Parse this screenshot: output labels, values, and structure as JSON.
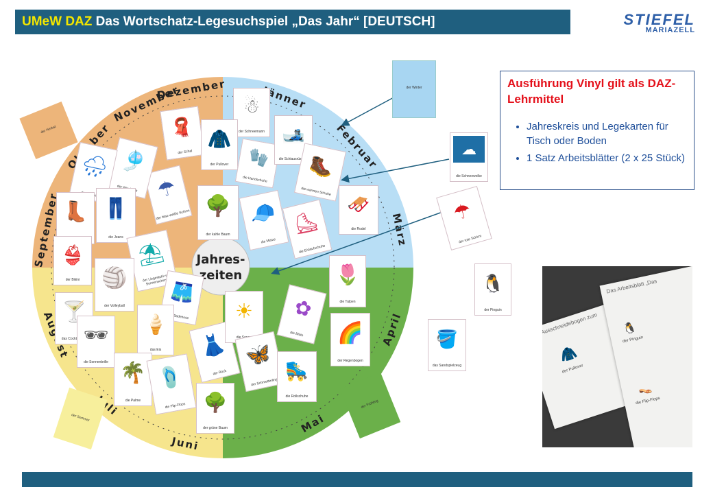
{
  "header": {
    "title_accent": "UMeW DAZ",
    "title_rest": " Das Wortschatz-Legesuchspiel „Das Jahr“ [DEUTSCH]"
  },
  "logo": {
    "brand": "STIEFEL",
    "location": "MARIAZELL"
  },
  "info_box": {
    "heading": "Ausführung Vinyl gilt als DAZ-Lehrmittel",
    "bullets": [
      "Jahreskreis und Legekarten für Tisch oder Boden",
      "1 Satz Arbeitsblätter (2 x 25 Stück)"
    ]
  },
  "circle": {
    "center_line1": "Jahres-",
    "center_line2": "zeiten",
    "months": [
      "Dezember",
      "Jänner",
      "Februar",
      "März",
      "April",
      "Mai",
      "Juni",
      "Juli",
      "August",
      "September",
      "Oktober",
      "November"
    ],
    "season_colors": {
      "winter": "#b8def5",
      "spring": "#6bb04a",
      "summer": "#f6e58d",
      "autumn": "#edb57a"
    }
  },
  "season_cards": {
    "winter": "der Winter",
    "autumn": "der Herbst",
    "summer": "der Sommer",
    "spring": "der Frühling"
  },
  "cards": [
    "der Schneemann",
    "der Schal",
    "der Pullover",
    "die Handschuhe",
    "die Schiausrüstung",
    "die warmen Schuhe",
    "die Rodel",
    "die Mütze",
    "die Eislaufschuhe",
    "der kahle Baum",
    "der blau-weiße Schirm",
    "der Windsack",
    "die Regen",
    "die Gummistiefel",
    "die Jeans",
    "der Bikini",
    "der Liegestuhl mit Sonnenschirm",
    "der Volleyball",
    "die Badehose",
    "das Cocktailglas",
    "die Sonnenbrille",
    "das Eis",
    "die Palme",
    "die Flip-Flops",
    "der Rock",
    "die Sonne",
    "die Tulpen",
    "die Blüte",
    "der Regenbogen",
    "der Schmetterling",
    "die Rollschuhe",
    "der grüne Baum"
  ],
  "loose_cards": [
    "die Schneewolke",
    "der rote Schirm",
    "der Pinguin",
    "das Sandspielzeug"
  ],
  "photo_sheets": {
    "sheet1_title": "Der Ausschneidebogen zum",
    "sheet2_title": "Das Arbeitsblatt „Das",
    "labels": [
      "der Pullover",
      "der Pinguin",
      "die Flip-Flops"
    ]
  }
}
